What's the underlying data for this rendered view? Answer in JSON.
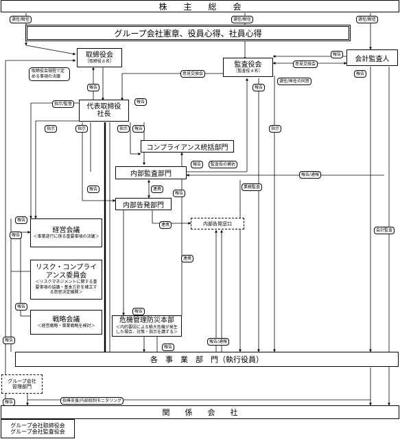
{
  "boxes": {
    "shareholders": "株　　主　　総　　会",
    "charter": "グループ会社憲章、役員心得、社員心得",
    "board": "取締役会",
    "board_sub": "［取締役８名］",
    "auditors": "監査役会",
    "auditors_sub": "［監査役４名］",
    "accountant": "会計監査人",
    "president_l1": "代表取締役",
    "president_l2": "社長",
    "compliance_dept": "コンプライアンス統括部門",
    "internal_audit": "内部監査部門",
    "whistle_dept": "内部告発部門",
    "whistle_window": "内部告発窓口",
    "mgmt_meeting": "経営会議",
    "mgmt_meeting_sub": "＜事業遂行に係る重要事項の決議＞",
    "risk_committee_l1": "リスク・コンプライ",
    "risk_committee_l2": "アンス委員会",
    "risk_committee_sub": "＜リスクマネジメントに関する重要事項の協議・基本方針を確立する意思決定機関＞",
    "strategy_meeting": "戦略会議",
    "strategy_meeting_sub": "＜経営戦略・事業戦略を検討＞",
    "crisis_hq": "危機管理防災本部",
    "crisis_hq_sub": "＜内的要因による積大危機が発生した場合、対策・指示を講ずる＞",
    "divisions": "各　事　業　部　門（執行役員）",
    "group_mgmt_l1": "グループ会社",
    "group_mgmt_l2": "管理部門",
    "affiliates": "関　　係　　会　　社",
    "affiliate_board": "グループ会社取締役会",
    "affiliate_auditors": "グループ会社監査役会"
  },
  "labels": {
    "appoint1": "選任/解任",
    "appoint2": "選任/解任",
    "appoint3": "選任/解任",
    "board_matters": "取締役会規程で定める事項の決議",
    "opinion1": "意見交換会",
    "opinion2": "意見交換会",
    "consent": "選任/再任の同意",
    "report_acc": "報告",
    "report_acc2": "報告",
    "report_pres": "報告",
    "instruct_sup": "指示/監督",
    "report_pres2": "報告",
    "report_aud": "報告",
    "instruct1": "指示",
    "instruct2": "指示",
    "instruct3": "指示",
    "instruct4": "指示",
    "report1": "報告",
    "report_ia": "報告",
    "support": "監査役の補佐",
    "liaison1": "連携",
    "report_wh": "報告",
    "report2": "報告",
    "business_audit": "業務監査",
    "report_notice": "報告/通報",
    "report3": "報告",
    "report4": "報告",
    "report5": "報告",
    "liaison2": "連携",
    "liaison3": "連携",
    "accounting_audit": "会計監査",
    "report6": "報告",
    "report7": "報告",
    "report_notice2": "報告/通報",
    "report8": "報告",
    "report9": "報告",
    "guidance": "指導支援/内部統制モニタリング"
  }
}
